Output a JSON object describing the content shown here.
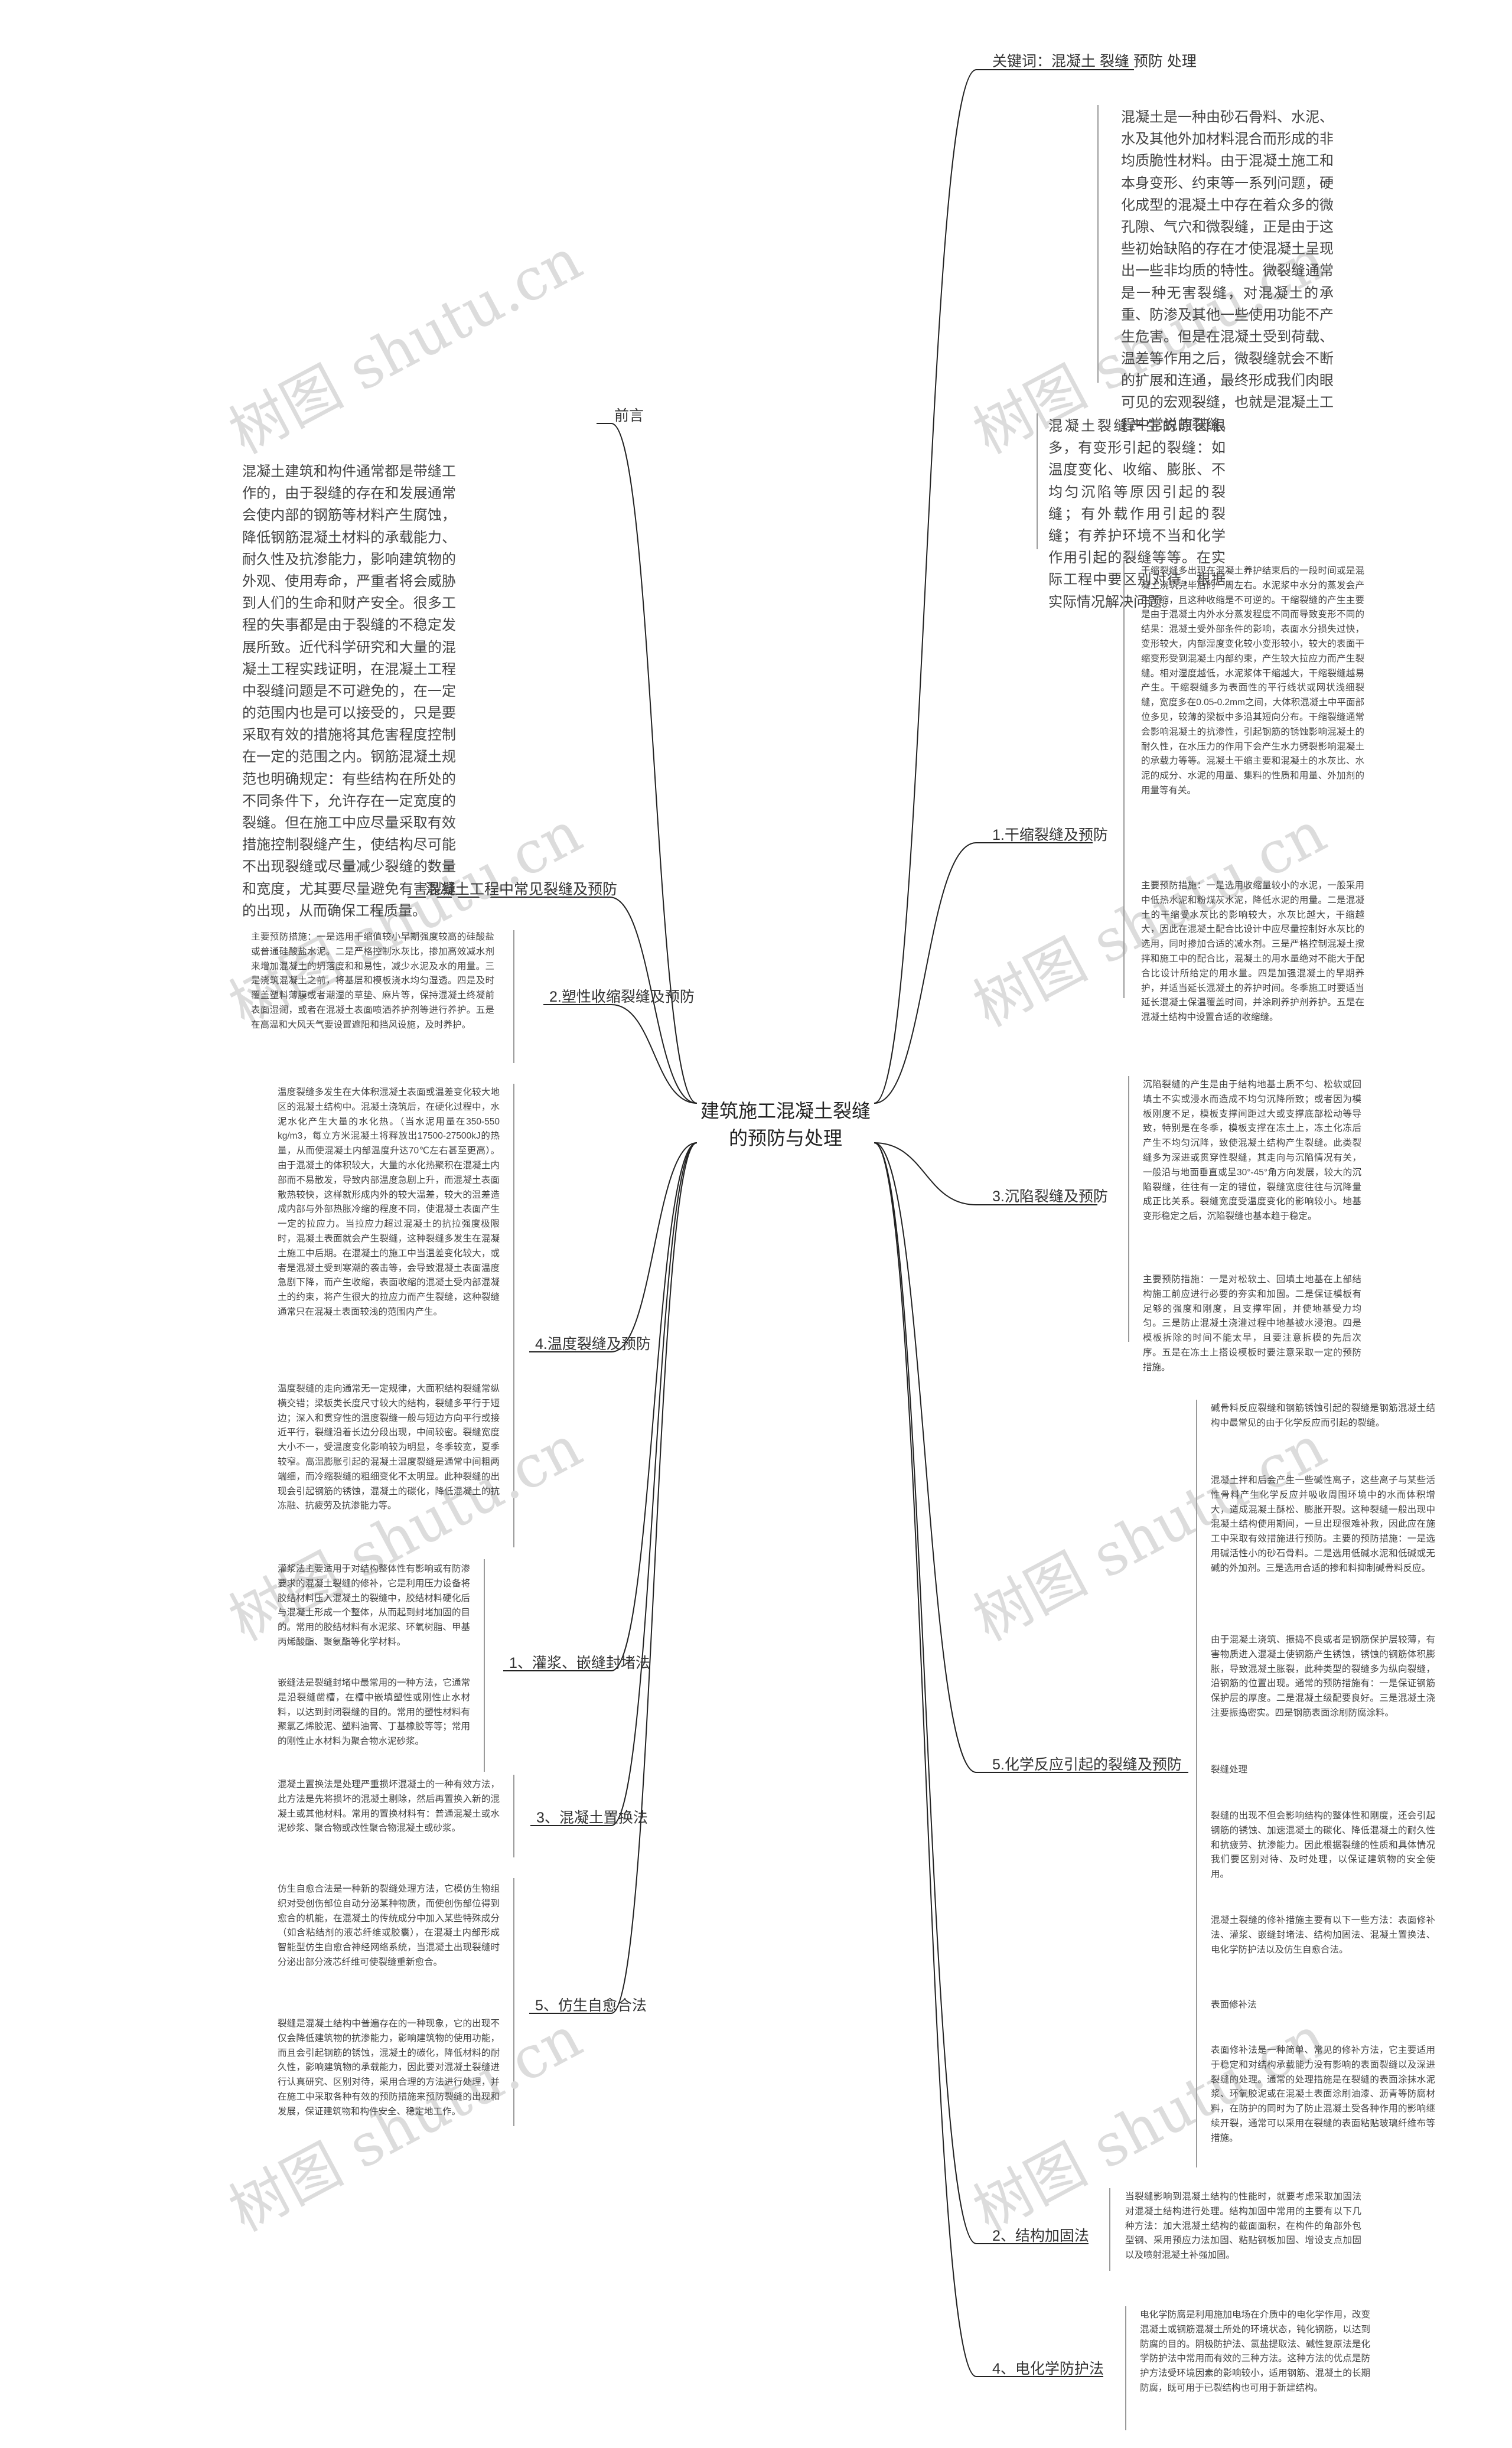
{
  "watermark": "树图 shutu.cn",
  "root": {
    "title": "建筑施工混凝土裂缝的预防与处理"
  },
  "nodes": {
    "keywords": "关键词：混凝土 裂缝 预防 处理",
    "intro_1": "混凝土是一种由砂石骨料、水泥、水及其他外加材料混合而形成的非均质脆性材料。由于混凝土施工和本身变形、约束等一系列问题，硬化成型的混凝土中存在着众多的微孔隙、气穴和微裂缝，正是由于这些初始缺陷的存在才使混凝土呈现出一些非均质的特性。微裂缝通常是一种无害裂缝，对混凝土的承重、防渗及其他一些使用功能不产生危害。但是在混凝土受到荷载、温差等作用之后，微裂缝就会不断的扩展和连通，最终形成我们肉眼可见的宏观裂缝，也就是混凝土工程中常说的裂缝。",
    "intro_2": "混凝土裂缝产生的原因很多，有变形引起的裂缝：如温度变化、收缩、膨胀、不均匀沉陷等原因引起的裂缝；有外载作用引起的裂缝；有养护环境不当和化学作用引起的裂缝等等。在实际工程中要区别对待，根据实际情况解决问题。",
    "preface": "前言",
    "preface_text": "混凝土建筑和构件通常都是带缝工作的，由于裂缝的存在和发展通常会使内部的钢筋等材料产生腐蚀，降低钢筋混凝土材料的承载能力、耐久性及抗渗能力，影响建筑物的外观、使用寿命，严重者将会威胁到人们的生命和财产安全。很多工程的失事都是由于裂缝的不稳定发展所致。近代科学研究和大量的混凝土工程实践证明，在混凝土工程中裂缝问题是不可避免的，在一定的范围内也是可以接受的，只是要采取有效的措施将其危害程度控制在一定的范围之内。钢筋混凝土规范也明确规定：有些结构在所处的不同条件下，允许存在一定宽度的裂缝。但在施工中应尽量采取有效措施控制裂缝产生，使结构尽可能不出现裂缝或尽量减少裂缝的数量和宽度，尤其要尽量避免有害裂缝的出现，从而确保工程质量。",
    "common_cracks": "混凝土工程中常见裂缝及预防",
    "dry_shrink": "1.干缩裂缝及预防",
    "dry_shrink_text_1": "干缩裂缝多出现在混凝土养护结束后的一段时间或是混凝土浇筑完毕后的一周左右。水泥浆中水分的蒸发会产生干缩，且这种收缩是不可逆的。干缩裂缝的产生主要是由于混凝土内外水分蒸发程度不同而导致变形不同的结果：混凝土受外部条件的影响，表面水分损失过快，变形较大，内部湿度变化较小变形较小，较大的表面干缩变形受到混凝土内部约束，产生较大拉应力而产生裂缝。相对湿度越低，水泥浆体干缩越大，干缩裂缝越易产生。干缩裂缝多为表面性的平行线状或网状浅细裂缝，宽度多在0.05-0.2mm之间，大体积混凝土中平面部位多见，较薄的梁板中多沿其短向分布。干缩裂缝通常会影响混凝土的抗渗性，引起钢筋的锈蚀影响混凝土的耐久性，在水压力的作用下会产生水力劈裂影响混凝土的承载力等等。混凝土干缩主要和混凝土的水灰比、水泥的成分、水泥的用量、集料的性质和用量、外加剂的用量等有关。",
    "dry_shrink_text_2": "主要预防措施：一是选用收缩量较小的水泥，一般采用中低热水泥和粉煤灰水泥，降低水泥的用量。二是混凝土的干缩受水灰比的影响较大，水灰比越大，干缩越大，因此在混凝土配合比设计中应尽量控制好水灰比的选用，同时掺加合适的减水剂。三是严格控制混凝土搅拌和施工中的配合比，混凝土的用水量绝对不能大于配合比设计所给定的用水量。四是加强混凝土的早期养护，并适当延长混凝土的养护时间。冬季施工时要适当延长混凝土保温覆盖时间，并涂刷养护剂养护。五是在混凝土结构中设置合适的收缩缝。",
    "plastic_shrink": "2.塑性收缩裂缝及预防",
    "plastic_shrink_text": "主要预防措施：一是选用干缩值较小早期强度较高的硅酸盐或普通硅酸盐水泥。二是严格控制水灰比，掺加高效减水剂来增加混凝土的坍落度和和易性，减少水泥及水的用量。三是浇筑混凝土之前，将基层和模板浇水均匀湿透。四是及时覆盖塑料薄膜或者潮湿的草垫、麻片等，保持混凝土终凝前表面湿润，或者在混凝土表面喷洒养护剂等进行养护。五是在高温和大风天气要设置遮阳和挡风设施，及时养护。",
    "settlement": "3.沉陷裂缝及预防",
    "settlement_text_1": "沉陷裂缝的产生是由于结构地基土质不匀、松软或回填土不实或浸水而造成不均匀沉降所致；或者因为模板刚度不足，模板支撑间距过大或支撑底部松动等导致，特别是在冬季，模板支撑在冻土上，冻土化冻后产生不均匀沉降，致使混凝土结构产生裂缝。此类裂缝多为深进或贯穿性裂缝，其走向与沉陷情况有关，一般沿与地面垂直或呈30°-45°角方向发展，较大的沉陷裂缝，往往有一定的错位，裂缝宽度往往与沉降量成正比关系。裂缝宽度受温度变化的影响较小。地基变形稳定之后，沉陷裂缝也基本趋于稳定。",
    "settlement_text_2": "主要预防措施：一是对松软土、回填土地基在上部结构施工前应进行必要的夯实和加固。二是保证模板有足够的强度和刚度，且支撑牢固，并使地基受力均匀。三是防止混凝土浇灌过程中地基被水浸泡。四是模板拆除的时间不能太早，且要注意拆模的先后次序。五是在冻土上搭设模板时要注意采取一定的预防措施。",
    "temperature": "4.温度裂缝及预防",
    "temperature_text_1": "温度裂缝多发生在大体积混凝土表面或温差变化较大地区的混凝土结构中。混凝土浇筑后，在硬化过程中，水泥水化产生大量的水化热。（当水泥用量在350-550 kg/m3，每立方米混凝土将释放出17500-27500kJ的热量，从而使混凝土内部温度升达70℃左右甚至更高）。由于混凝土的体积较大，大量的水化热聚积在混凝土内部而不易散发，导致内部温度急剧上升，而混凝土表面散热较快，这样就形成内外的较大温差，较大的温差造成内部与外部热胀冷缩的程度不同，使混凝土表面产生一定的拉应力。当拉应力超过混凝土的抗拉强度极限时，混凝土表面就会产生裂缝，这种裂缝多发生在混凝土施工中后期。在混凝土的施工中当温差变化较大，或者是混凝土受到寒潮的袭击等，会导致混凝土表面温度急剧下降，而产生收缩，表面收缩的混凝土受内部混凝土的约束，将产生很大的拉应力而产生裂缝，这种裂缝通常只在混凝土表面较浅的范围内产生。",
    "temperature_text_2": "温度裂缝的走向通常无一定规律，大面积结构裂缝常纵横交错；梁板类长度尺寸较大的结构，裂缝多平行于短边；深入和贯穿性的温度裂缝一般与短边方向平行或接近平行，裂缝沿着长边分段出现，中间较密。裂缝宽度大小不一，受温度变化影响较为明显，冬季较宽，夏季较窄。高温膨胀引起的混凝土温度裂缝是通常中间粗两端细，而冷缩裂缝的粗细变化不太明显。此种裂缝的出现会引起钢筋的锈蚀，混凝土的碳化，降低混凝土的抗冻融、抗疲劳及抗渗能力等。",
    "grouting": "1、灌浆、嵌缝封堵法",
    "grouting_text_1": "灌浆法主要适用于对结构整体性有影响或有防渗要求的混凝土裂缝的修补，它是利用压力设备将胶结材料压入混凝土的裂缝中，胶结材料硬化后与混凝土形成一个整体，从而起到封堵加固的目的。常用的胶结材料有水泥浆、环氧树脂、甲基丙烯酸酯、聚氨酯等化学材料。",
    "grouting_text_2": "嵌缝法是裂缝封堵中最常用的一种方法，它通常是沿裂缝凿槽，在槽中嵌填塑性或刚性止水材料，以达到封闭裂缝的目的。常用的塑性材料有聚氯乙烯胶泥、塑料油膏、丁基橡胶等等；常用的刚性止水材料为聚合物水泥砂浆。",
    "replacement": "3、混凝土置换法",
    "replacement_text": "混凝土置换法是处理严重损坏混凝土的一种有效方法，此方法是先将损坏的混凝土剔除，然后再置换入新的混凝土或其他材料。常用的置换材料有：普通混凝土或水泥砂浆、聚合物或改性聚合物混凝土或砂浆。",
    "biomimetic": "5、仿生自愈合法",
    "biomimetic_text_1": "仿生自愈合法是一种新的裂缝处理方法，它模仿生物组织对受创伤部位自动分泌某种物质，而使创伤部位得到愈合的机能，在混凝土的传统成分中加入某些特殊成分（如含粘结剂的液芯纤维或胶囊），在混凝土内部形成智能型仿生自愈合神经网络系统，当混凝土出现裂缝时分泌出部分液芯纤维可使裂缝重新愈合。",
    "biomimetic_text_2": "裂缝是混凝土结构中普遍存在的一种现象，它的出现不仅会降低建筑物的抗渗能力，影响建筑物的使用功能，而且会引起钢筋的锈蚀，混凝土的碳化，降低材料的耐久性，影响建筑物的承载能力，因此要对混凝土裂缝进行认真研究、区别对待，采用合理的方法进行处理，并在施工中采取各种有效的预防措施来预防裂缝的出现和发展，保证建筑物和构件安全、稳定地工作。",
    "chemical": "5.化学反应引起的裂缝及预防",
    "chemical_text_1": "碱骨料反应裂缝和钢筋锈蚀引起的裂缝是钢筋混凝土结构中最常见的由于化学反应而引起的裂缝。",
    "chemical_text_2": "混凝土拌和后会产生一些碱性离子，这些离子与某些活性骨料产生化学反应并吸收周围环境中的水而体积增大，造成混凝土酥松、膨胀开裂。这种裂缝一般出现中混凝土结构使用期间，一旦出现很难补救，因此应在施工中采取有效措施进行预防。主要的预防措施：一是选用碱活性小的砂石骨料。二是选用低碱水泥和低碱或无碱的外加剂。三是选用合适的掺和料抑制碱骨料反应。",
    "chemical_text_3": "由于混凝土浇筑、振捣不良或者是钢筋保护层较薄，有害物质进入混凝土使钢筋产生锈蚀，锈蚀的钢筋体积膨胀，导致混凝土胀裂，此种类型的裂缝多为纵向裂缝，沿钢筋的位置出现。通常的预防措施有：一是保证钢筋保护层的厚度。二是混凝土级配要良好。三是混凝土浇注要振捣密实。四是钢筋表面涂刷防腐涂料。",
    "chemical_text_4": "裂缝处理",
    "chemical_text_5": "裂缝的出现不但会影响结构的整体性和刚度，还会引起钢筋的锈蚀、加速混凝土的碳化、降低混凝土的耐久性和抗疲劳、抗渗能力。因此根据裂缝的性质和具体情况我们要区别对待、及时处理，以保证建筑物的安全使用。",
    "chemical_text_6": "混凝土裂缝的修补措施主要有以下一些方法：表面修补法、灌浆、嵌缝封堵法、结构加固法、混凝土置换法、电化学防护法以及仿生自愈合法。",
    "chemical_text_7": "表面修补法",
    "chemical_text_8": "表面修补法是一种简单、常见的修补方法，它主要适用于稳定和对结构承载能力没有影响的表面裂缝以及深进裂缝的处理。通常的处理措施是在裂缝的表面涂抹水泥浆、环氧胶泥或在混凝土表面涂刷油漆、沥青等防腐材料，在防护的同时为了防止混凝土受各种作用的影响继续开裂，通常可以采用在裂缝的表面粘贴玻璃纤维布等措施。",
    "reinforce": "2、结构加固法",
    "reinforce_text": "当裂缝影响到混凝土结构的性能时，就要考虑采取加固法对混凝土结构进行处理。结构加固中常用的主要有以下几种方法：加大混凝土结构的截面面积，在构件的角部外包型钢、采用预应力法加固、粘贴钢板加固、增设支点加固以及喷射混凝土补强加固。",
    "electro": "4、电化学防护法",
    "electro_text": "电化学防腐是利用施加电场在介质中的电化学作用，改变混凝土或钢筋混凝土所处的环境状态，钝化钢筋，以达到防腐的目的。阴极防护法、氯盐提取法、碱性复原法是化学防护法中常用而有效的三种方法。这种方法的优点是防护方法受环境因素的影响较小，适用钢筋、混凝土的长期防腐，既可用于已裂结构也可用于新建结构。"
  }
}
